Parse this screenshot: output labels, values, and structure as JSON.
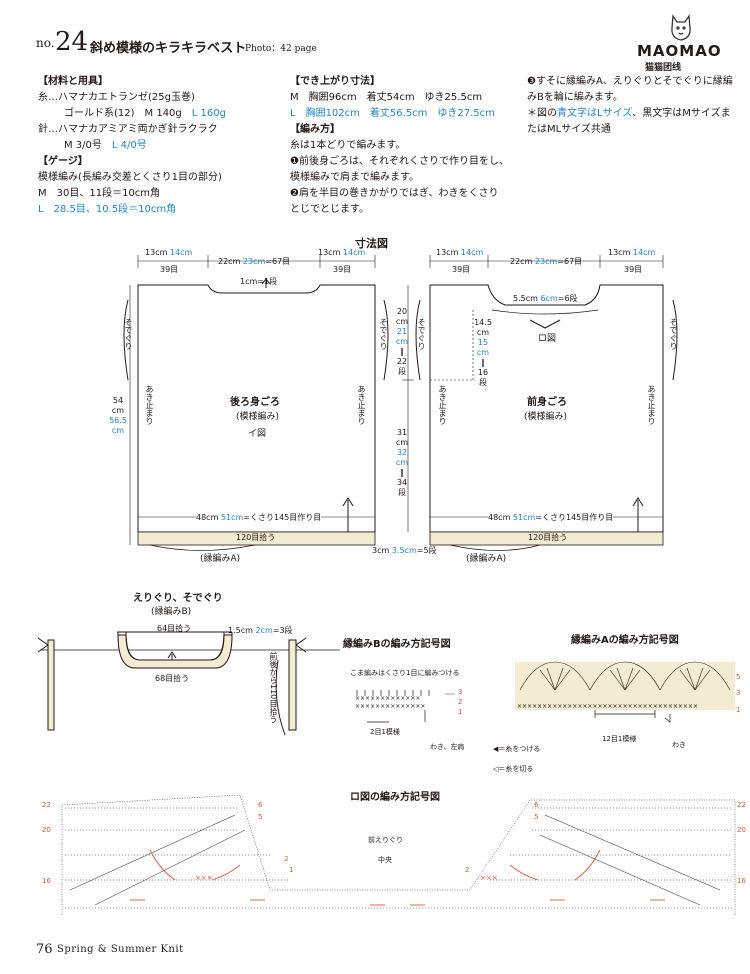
{
  "header": {
    "no_label": "no.",
    "no_num": "24",
    "title": "斜め模様のキラキラベスト",
    "photo_ref": "Photo：42 page",
    "logo_text": "MAOMAO",
    "logo_sub": "猫猫团线"
  },
  "col1": {
    "materials_head": "【材料と用具】",
    "yarn_line1": "糸…ハマナカエトランゼ(25g玉巻)",
    "yarn_line2a": "ゴールド系(12)　M 140g",
    "yarn_line2b": "L 160g",
    "needle_line1": "針…ハマナカアミアミ両かぎ針ラクラク",
    "needle_line2a": "M 3/0号",
    "needle_line2b": "L 4/0号",
    "gauge_head": "【ゲージ】",
    "gauge_line1": "模様編み(長編み交差とくさり1目の部分)",
    "gauge_line2": "M　30目、11段＝10cm角",
    "gauge_line3": "L　28.5目、10.5段＝10cm角"
  },
  "col2": {
    "size_head": "【でき上がり寸法】",
    "size_m": "M　胸囲96cm　着丈54cm　ゆき25.5cm",
    "size_l": "L　胸囲102cm　着丈56.5cm　ゆき27.5cm",
    "method_head": "【編み方】",
    "method_intro": "糸は1本どりで編みます。",
    "step1a": "❶前後身ごろは、それぞれくさりで作り目をし、",
    "step1b": "模様編みで肩まで編みます。",
    "step2a": "❷肩を半目の巻きかがりではぎ、わきをくさり",
    "step2b": "とじでとじます。"
  },
  "col3": {
    "step3a": "❸すそに縁編みA、えりぐりとそでぐりに縁編",
    "step3b": "みBを輪に編みます。",
    "note_a": "＊図の",
    "note_blue": "青文字はLサイズ",
    "note_b": "、黒文字はMサイズま",
    "note_c": "たはMLサイズ共通"
  },
  "diagram": {
    "heading": "寸法図",
    "top_13": "13cm",
    "top_14": "14cm",
    "top_39": "39目",
    "top_22": "22cm",
    "top_23": "23cm",
    "top_67": "=67目",
    "back_1cm": "1cm=1段",
    "back_title": "後ろ身ごろ",
    "back_sub": "(模様編み)",
    "back_ref": "イ図",
    "front_title": "前身ごろ",
    "front_sub": "(模様編み)",
    "front_ref": "ロ図",
    "front_neck": "5.5cm",
    "front_neck_l": "6cm",
    "front_neck_r": "=6段",
    "front_145": "14.5",
    "front_cm": "cm",
    "front_15": "15",
    "front_16": "16",
    "front_dan": "段",
    "bottom_48": "48cm",
    "bottom_51": "51cm",
    "bottom_rest": "=くさり145目作り目",
    "bottom_120": "120目拾う",
    "edge_a": "(縁編みA)",
    "edge_3cm": "3cm",
    "edge_35": "3.5cm",
    "edge_5": "=5段",
    "height_54": "54",
    "height_565": "56.5",
    "h_20": "20",
    "h_21": "21",
    "h_22": "22",
    "h_31": "31",
    "h_32": "32",
    "h_34": "34",
    "sleeve": "そでぐり",
    "wakiage": "あき止まり"
  },
  "edge_b": {
    "heading1": "えりぐり、そでぐり",
    "heading2": "(縁編みB)",
    "top_64": "64目拾う",
    "bottom_68": "68目拾う",
    "side_15": "1.5cm",
    "side_2": "2cm",
    "side_3": "=3段",
    "side_vert": "前後から110目拾う"
  },
  "chart_b": {
    "heading": "縁編みBの編み方記号図",
    "note": "こま編みはくさり1目に編みつける",
    "repeat": "2目1模様",
    "waki": "わき、左肩",
    "r1": "1",
    "r2": "2",
    "r3": "3"
  },
  "chart_a": {
    "heading": "縁編みAの編み方記号図",
    "repeat": "12目1模様",
    "waki": "わき",
    "r1": "1",
    "r3": "3",
    "r5": "5"
  },
  "legend": {
    "attach": "＝糸をつける",
    "cut": "＝糸を切る"
  },
  "chart_ro": {
    "heading": "ロ図の編み方記号図",
    "front_neck": "前えりぐり",
    "center": "中央",
    "row22": "22",
    "row20": "20",
    "row16": "16",
    "row6": "6",
    "row5": "5",
    "row2": "2",
    "row1": "1"
  },
  "footer": {
    "page": "76",
    "book": "Spring & Summer Knit"
  }
}
